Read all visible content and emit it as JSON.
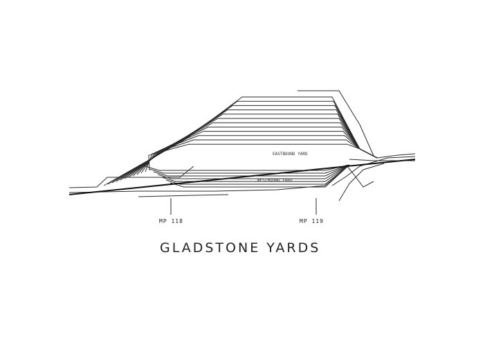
{
  "diagram": {
    "title": "GLADSTONE YARDS",
    "eastbound_label": "EASTBOUND YARD",
    "westbound_label": "WESTBOUND YARD",
    "milepost_left": "MP 118",
    "milepost_right": "MP 119",
    "eastbound_track_count": 12,
    "westbound_track_count": 7
  }
}
